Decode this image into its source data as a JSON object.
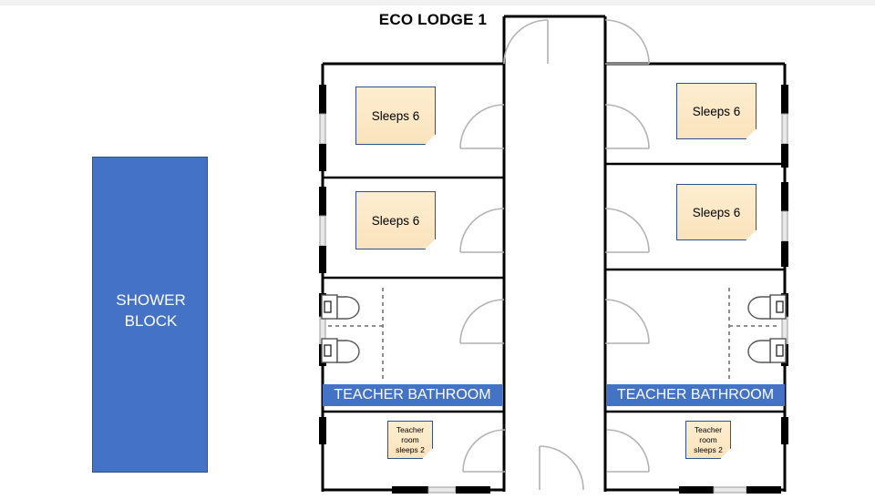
{
  "page": {
    "title": "ECO LODGE 1",
    "background": "#ffffff"
  },
  "colors": {
    "accent_blue": "#4472c4",
    "accent_blue_dark": "#2f528f",
    "note_fill": "#fbe5c0",
    "wall": "#000000",
    "door_arc": "#aaaaaa"
  },
  "shower_block": {
    "line1": "SHOWER",
    "line2": "BLOCK",
    "fill": "#4472c4",
    "text_color": "#ffffff"
  },
  "banners": {
    "left": "TEACHER BATHROOM",
    "right": "TEACHER BATHROOM"
  },
  "notes": {
    "left_top": "Sleeps 6",
    "left_mid": "Sleeps 6",
    "right_top": "Sleeps 6",
    "right_mid": "Sleeps 6",
    "teacher_left": {
      "line1": "Teacher",
      "line2": "room",
      "line3": "sleeps 2"
    },
    "teacher_right": {
      "line1": "Teacher",
      "line2": "room",
      "line3": "sleeps 2"
    }
  },
  "rooms": [
    {
      "id": "left-bunk-1",
      "label": "Sleeps 6",
      "side": "left",
      "type": "bunkroom"
    },
    {
      "id": "left-bunk-2",
      "label": "Sleeps 6",
      "side": "left",
      "type": "bunkroom"
    },
    {
      "id": "left-bath",
      "label": "TEACHER BATHROOM",
      "side": "left",
      "type": "bathroom",
      "toilets": 2
    },
    {
      "id": "left-teacher",
      "label": "Teacher room sleeps 2",
      "side": "left",
      "type": "teacher-room"
    },
    {
      "id": "right-bunk-1",
      "label": "Sleeps 6",
      "side": "right",
      "type": "bunkroom"
    },
    {
      "id": "right-bunk-2",
      "label": "Sleeps 6",
      "side": "right",
      "type": "bunkroom"
    },
    {
      "id": "right-bath",
      "label": "TEACHER BATHROOM",
      "side": "right",
      "type": "bathroom",
      "toilets": 2
    },
    {
      "id": "right-teacher",
      "label": "Teacher room sleeps 2",
      "side": "right",
      "type": "teacher-room"
    }
  ]
}
